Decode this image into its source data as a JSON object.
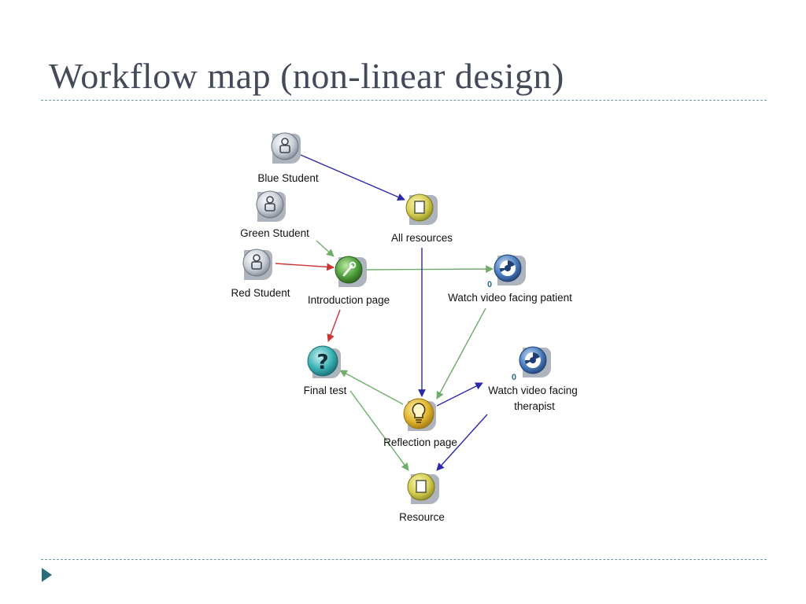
{
  "slide": {
    "title": "Workflow map (non-linear design)"
  },
  "nodes": {
    "blue_student": {
      "label": "Blue Student",
      "icon": "person-icon"
    },
    "green_student": {
      "label": "Green Student",
      "icon": "person-icon"
    },
    "red_student": {
      "label": "Red Student",
      "icon": "person-icon"
    },
    "all_resources": {
      "label": "All resources",
      "icon": "document-icon"
    },
    "introduction_page": {
      "label": "Introduction page",
      "icon": "wrench-icon"
    },
    "watch_video_patient": {
      "label": "Watch video facing patient",
      "icon": "video-icon",
      "count": "0"
    },
    "final_test": {
      "label": "Final test",
      "icon": "question-icon"
    },
    "watch_video_therapist": {
      "label_line1": "Watch video facing",
      "label_line2": "therapist",
      "icon": "video-icon",
      "count": "0"
    },
    "reflection_page": {
      "label": "Reflection page",
      "icon": "lightbulb-icon"
    },
    "resource": {
      "label": "Resource",
      "icon": "document-icon"
    }
  },
  "colors": {
    "blue_path": "#2a2aa8",
    "green_path": "#6fae6a",
    "red_path": "#cc3333"
  }
}
